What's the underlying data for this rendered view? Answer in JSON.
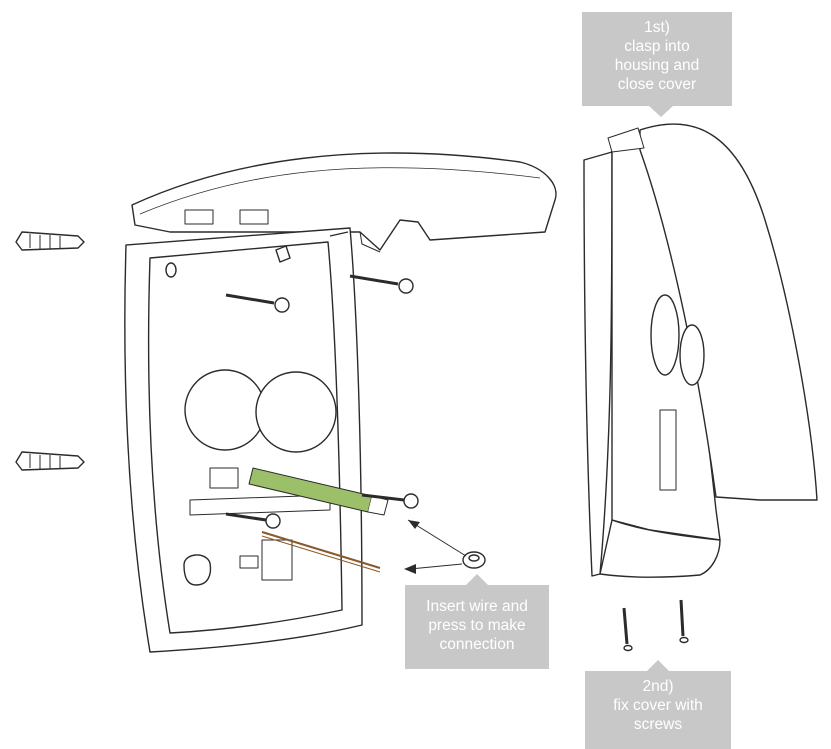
{
  "callouts": {
    "step1": "1st)\nclasp into\nhousing and\nclose cover",
    "wire": "Insert wire and\npress to make\nconnection",
    "step2": "2nd)\nfix cover with\nscrews"
  },
  "colors": {
    "callout_bg": "#c8c8c8",
    "callout_text": "#ffffff",
    "line": "#2b2b2b",
    "cable": "#9cc06a"
  },
  "icons": [
    "wall-plug-icon",
    "screw-icon",
    "cable-icon",
    "wire-connector-icon"
  ]
}
